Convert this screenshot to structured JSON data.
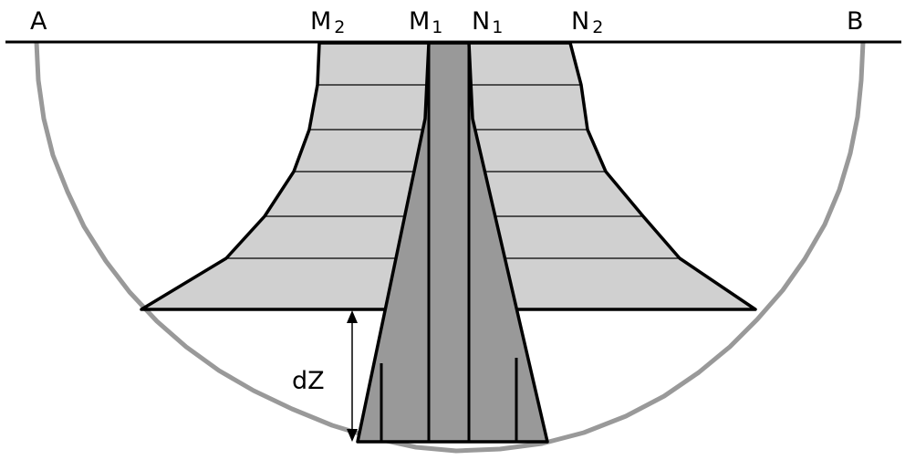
{
  "labels": {
    "A": "A",
    "B": "B",
    "M2": {
      "main": "M",
      "sub": "2"
    },
    "M1": {
      "main": "M",
      "sub": "1"
    },
    "N1": {
      "main": "N",
      "sub": "1"
    },
    "N2": {
      "main": "N",
      "sub": "2"
    },
    "dZ": "dZ"
  },
  "colors": {
    "outer_fill": "#d0d0d0",
    "inner_fill": "#999999",
    "arc_stroke": "#999999",
    "line": "#000000",
    "background": "#ffffff"
  }
}
